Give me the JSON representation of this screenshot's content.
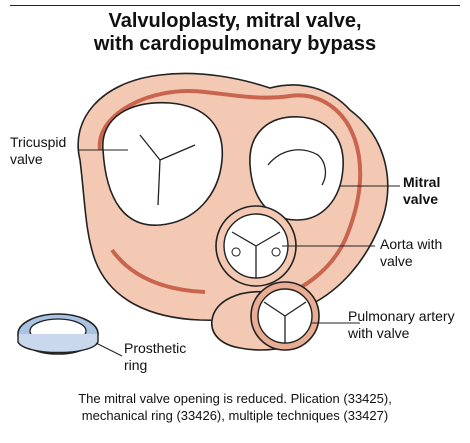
{
  "title": {
    "line1": "Valvuloplasty, mitral valve,",
    "line2": "with cardiopulmonary bypass"
  },
  "labels": {
    "tricuspid": [
      "Tricuspid",
      "valve"
    ],
    "mitral": [
      "Mitral",
      "valve"
    ],
    "aorta": [
      "Aorta with",
      "valve"
    ],
    "pulmonary": [
      "Pulmonary artery",
      "with valve"
    ],
    "ring": [
      "Prosthetic",
      "ring"
    ]
  },
  "caption": {
    "line1": "The mitral valve opening is reduced. Plication (33425),",
    "line2": "mechanical ring (33426), multiple techniques (33427)"
  },
  "colors": {
    "tissue": "#f3c9b3",
    "tissue_dark": "#e8ad93",
    "vessel": "#c9654f",
    "ring_blue": "#a9c3e2"
  }
}
